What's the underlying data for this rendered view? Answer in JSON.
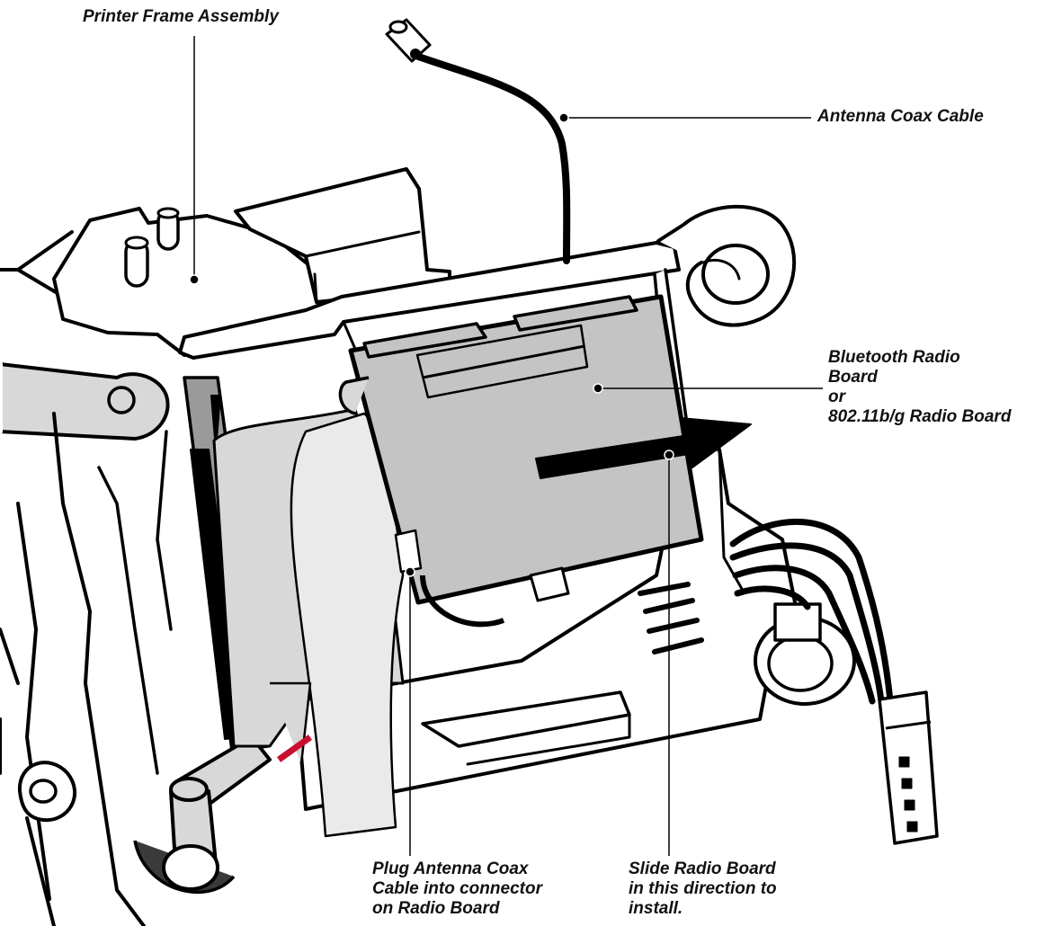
{
  "colors": {
    "line": "#000000",
    "board": "#c4c4c4",
    "frame_fill": "#ffffff",
    "light_gray": "#d8d8d8",
    "mid_gray": "#9a9a9a",
    "cable_red": "#c8102e"
  },
  "callouts": {
    "frame": {
      "lines": [
        "Printer Frame Assembly"
      ]
    },
    "coax": {
      "lines": [
        "Antenna Coax Cable"
      ]
    },
    "radio": {
      "lines": [
        "Bluetooth Radio",
        "Board",
        "or",
        "802.11b/g Radio Board"
      ]
    },
    "plug": {
      "lines": [
        "Plug Antenna Coax",
        "Cable into connector",
        "on Radio Board"
      ]
    },
    "slide": {
      "lines": [
        "Slide Radio Board",
        "in this direction to",
        "install."
      ]
    }
  }
}
